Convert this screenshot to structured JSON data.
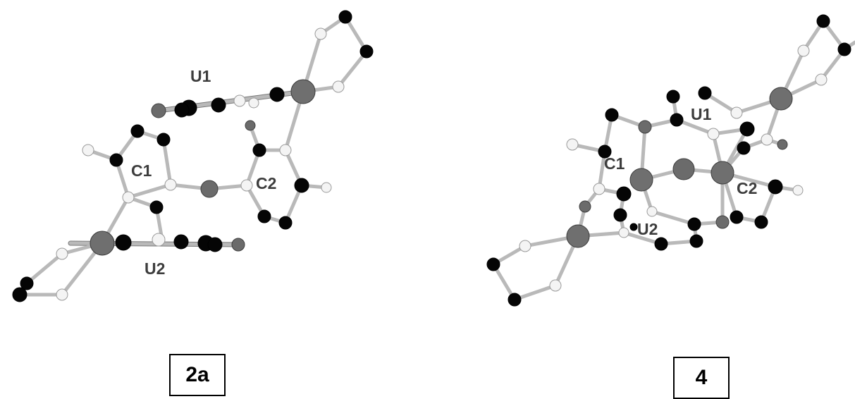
{
  "panels": [
    {
      "id": "2a",
      "caption": "2a",
      "labels": {
        "u_top": "U1",
        "c_left": "C1",
        "c_right": "C2",
        "u_bottom": "U2"
      }
    },
    {
      "id": "4",
      "caption": "4",
      "labels": {
        "u_top": "U1",
        "c_left": "C1",
        "c_right": "C2",
        "u_bottom": "U2"
      }
    }
  ],
  "atom_colors": {
    "carbon": "#050505",
    "hydrogen": "#f4f4f4",
    "metal": "#6b6b6b",
    "bond": "#b9b9b9"
  }
}
